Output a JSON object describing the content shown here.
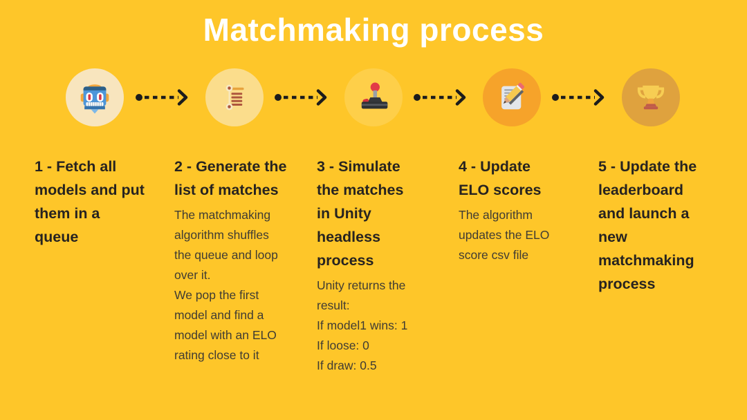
{
  "title": "Matchmaking process",
  "colors": {
    "background": "#FEC629",
    "title_text": "#FFFFFF",
    "heading_text": "#272320",
    "body_text": "#403C33",
    "arrow": "#1C1C1C",
    "step_circles": [
      "#F8E5BE",
      "#FBDD8C",
      "#FECF49",
      "#F6A32A",
      "#DFA23E"
    ]
  },
  "steps": [
    {
      "icon": "robot-icon",
      "heading": "1 - Fetch all\nmodels and put\nthem in a\nqueue",
      "body": ""
    },
    {
      "icon": "match-list-icon",
      "heading": "2 - Generate the\nlist of matches",
      "body": "The matchmaking\nalgorithm shuffles\nthe queue and loop\nover it.\nWe pop the first\nmodel and find a\nmodel with an ELO\nrating close to it"
    },
    {
      "icon": "joystick-icon",
      "heading": "3 - Simulate\nthe matches\nin Unity\nheadless\nprocess",
      "body": "Unity returns the\nresult:\nIf model1 wins: 1\nIf loose: 0\nIf draw: 0.5"
    },
    {
      "icon": "document-pencil-icon",
      "heading": "4 - Update\nELO scores",
      "body": "The algorithm\nupdates the ELO\nscore csv file"
    },
    {
      "icon": "trophy-icon",
      "heading": "5 - Update the\nleaderboard\nand launch a\nnew\nmatchmaking\nprocess",
      "body": ""
    }
  ]
}
